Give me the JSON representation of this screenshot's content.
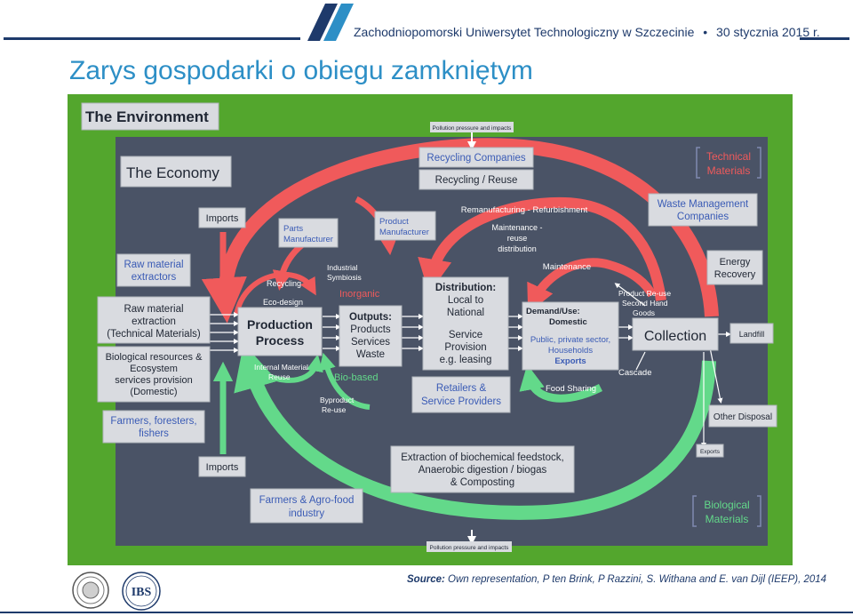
{
  "header": {
    "university": "Zachodniopomorski Uniwersytet Technologiczny w Szczecinie",
    "separator": "•",
    "date": "30 stycznia 2015 r."
  },
  "slide_title": "Zarys gospodarki o obiegu zamkniętym",
  "diagram": {
    "environment": "The Environment",
    "economy": "The Economy",
    "pollution_top": "Pollution pressure and impacts",
    "pollution_bottom": "Pollution pressure and impacts",
    "technical_materials": [
      "Technical",
      "Materials"
    ],
    "biological_materials": [
      "Biological",
      "Materials"
    ],
    "recycling_companies": "Recycling Companies",
    "recycling_reuse": "Recycling / Reuse",
    "remanufacturing": "Remanufacturing - Refurbishment",
    "maintenance_reuse": [
      "Maintenance -",
      "reuse",
      "distribution"
    ],
    "maintenance": "Maintenance",
    "waste_management": [
      "Waste Management",
      "Companies"
    ],
    "imports_top": "Imports",
    "imports_bottom": "Imports",
    "parts_manufacturer": [
      "Parts",
      "Manufacturer"
    ],
    "product_manufacturer": [
      "Product",
      "Manufacturer"
    ],
    "raw_material_extractors": [
      "Raw material",
      "extractors"
    ],
    "raw_material_extraction": [
      "Raw material",
      "extraction",
      "(Technical Materials)"
    ],
    "biological_resources": [
      "Biological resources &",
      "Ecosystem",
      "services provision",
      "(Domestic)"
    ],
    "farmers_foresters": [
      "Farmers, foresters,",
      "fishers"
    ],
    "recycling": "Recycling",
    "eco_design": "Eco-design",
    "industrial_symbiosis": [
      "Industrial",
      "Symbiosis"
    ],
    "inorganic": "Inorganic",
    "production_process": [
      "Production",
      "Process"
    ],
    "internal_material_reuse": [
      "Internal Material",
      "Reuse"
    ],
    "outputs": [
      "Outputs:",
      "Products",
      "Services",
      "Waste"
    ],
    "bio_based": "Bio-based",
    "byproduct_reuse": [
      "Byproduct",
      "Re-use"
    ],
    "distribution": [
      "Distribution:",
      "Local to",
      "National"
    ],
    "service_provision": [
      "Service",
      "Provision",
      "e.g. leasing"
    ],
    "retailers": [
      "Retailers &",
      "Service Providers"
    ],
    "demand_use": [
      "Demand/Use:",
      "Domestic"
    ],
    "public_private": [
      "Public, private sector,",
      "Households"
    ],
    "exports_demand": "Exports",
    "food_sharing": "Food Sharing",
    "product_reuse": [
      "Product Re-use",
      "Second Hand",
      "Goods"
    ],
    "collection": "Collection",
    "cascade": "Cascade",
    "energy_recovery": [
      "Energy",
      "Recovery"
    ],
    "landfill": "Landfill",
    "other_disposal": "Other Disposal",
    "exports_right": "Exports",
    "extraction_biochemical": [
      "Extraction of biochemical feedstock,",
      "Anaerobic digestion / biogas",
      "& Composting"
    ],
    "farmers_agro": [
      "Farmers & Agro-food",
      "industry"
    ]
  },
  "source": {
    "label": "Source:",
    "text": " Own representation, P ten Brink, P Razzini, S. Withana and E. van Dijl (IEEP), 2014"
  },
  "logos": {
    "ibs": "IBS"
  },
  "colors": {
    "environment_green": "#53a62d",
    "economy_slate": "#4a5366",
    "technical_red": "#f05a5b",
    "biological_green": "#63d98a",
    "box_fill": "#d9dbe0",
    "text_blue": "#4a70d0",
    "brand_navy": "#1e3a6b",
    "title_blue": "#2d8fc6"
  }
}
